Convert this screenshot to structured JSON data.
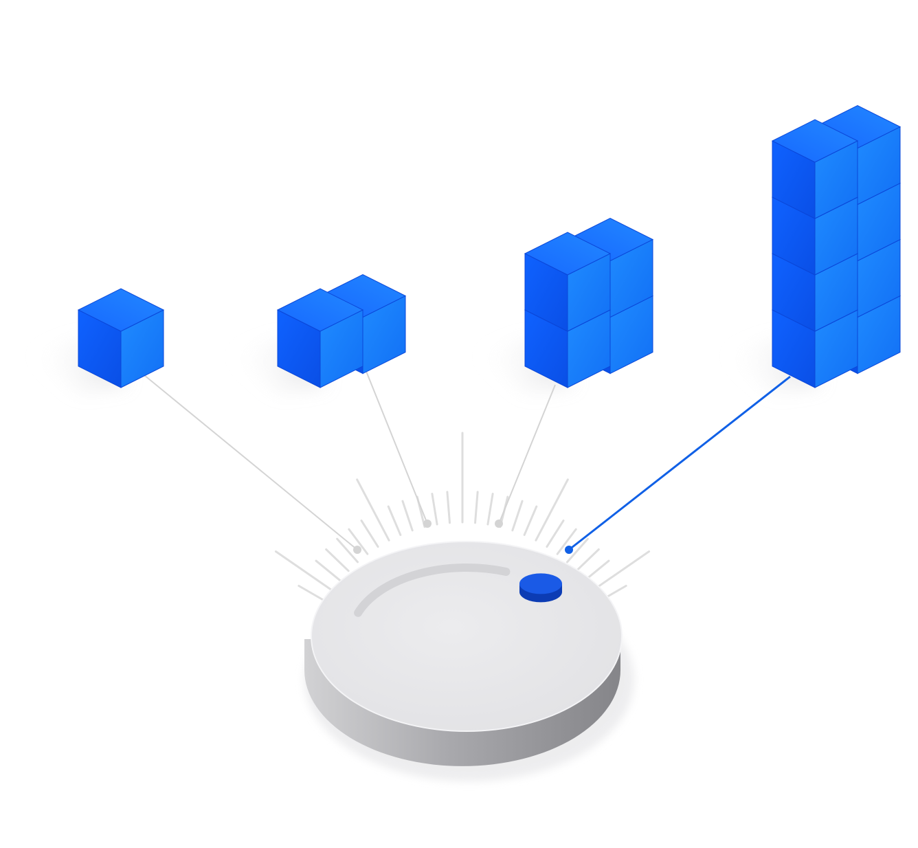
{
  "diagram": {
    "kind": "scaling-dial-illustration",
    "levels": [
      {
        "name": "level-1",
        "cube_count": 1,
        "active": false
      },
      {
        "name": "level-2",
        "cube_count": 2,
        "active": false
      },
      {
        "name": "level-3",
        "cube_count": 4,
        "active": false
      },
      {
        "name": "level-4",
        "cube_count": 8,
        "active": true
      }
    ],
    "dial": {
      "selected_level": 4,
      "level_count": 4
    },
    "colors": {
      "cube_top": "#1a78ff",
      "cube_left": "#0a55ee",
      "cube_right": "#1c84ff",
      "cube_edge": "#0b47d8",
      "connector_inactive": "#d4d4d4",
      "connector_active": "#1060e6",
      "dial_face": "#e8e8ea",
      "dial_rim": "#9c9ca0",
      "knob": "#1a5ae6",
      "tick": "#dedede"
    }
  }
}
